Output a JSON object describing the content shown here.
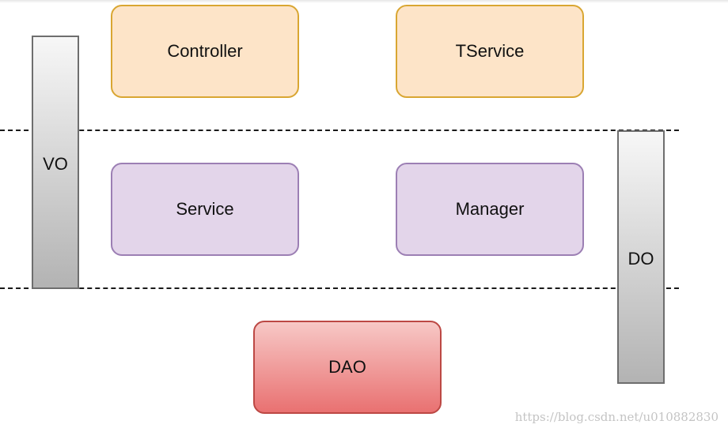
{
  "layers": {
    "top": [
      {
        "id": "controller",
        "label": "Controller"
      },
      {
        "id": "tservice",
        "label": "TService"
      }
    ],
    "middle": [
      {
        "id": "service",
        "label": "Service"
      },
      {
        "id": "manager",
        "label": "Manager"
      }
    ],
    "bottom": [
      {
        "id": "dao",
        "label": "DAO"
      }
    ]
  },
  "objects": {
    "vo": {
      "label": "VO"
    },
    "do": {
      "label": "DO"
    }
  },
  "colors": {
    "orange_fill": "#fde4c8",
    "orange_border": "#d9a632",
    "purple_fill": "#e3d5ea",
    "purple_border": "#9c7fb4",
    "red_fill_top": "#f7c8c6",
    "red_fill_bottom": "#e97171",
    "red_border": "#bc4844",
    "pillar_border": "#6e6e6e"
  },
  "watermark": "https://blog.csdn.net/u010882830"
}
